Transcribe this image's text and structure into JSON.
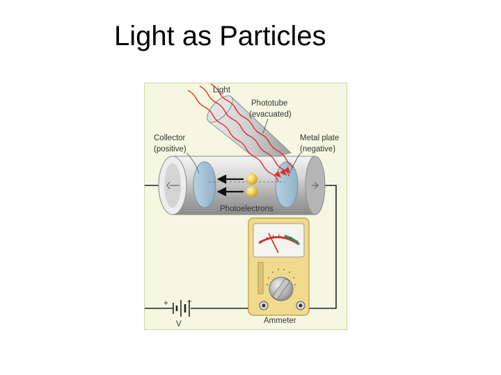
{
  "slide": {
    "title": "Light as Particles"
  },
  "diagram": {
    "labels": {
      "light": "Light",
      "phototube_line1": "Phototube",
      "phototube_line2": "(evacuated)",
      "collector_line1": "Collector",
      "collector_line2": "(positive)",
      "metal_plate_line1": "Metal plate",
      "metal_plate_line2": "(negative)",
      "photoelectrons": "Photoelectrons",
      "ammeter": "Ammeter",
      "battery_plus": "+",
      "battery_minus": "−",
      "battery_voltage": "V"
    },
    "colors": {
      "background": "#f5f7e2",
      "border": "#c9d69a",
      "light_ray": "#d9322b",
      "electron": "#e7c84a",
      "meter_body": "#f1d98d",
      "wire": "#222222"
    }
  }
}
